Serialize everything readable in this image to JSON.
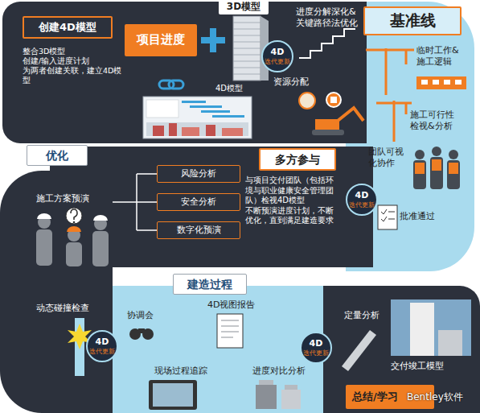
{
  "diagram": {
    "nodes": [
      {
        "text": [
          "创建4D模型"
        ]
      },
      {
        "text": [
          "项目进度"
        ]
      },
      {
        "text": [
          "3D模型"
        ]
      },
      {
        "text": [
          "4D",
          "迭代更新"
        ]
      },
      {
        "text": [
          "基准线"
        ]
      },
      {
        "text": [
          "优化"
        ]
      },
      {
        "text": [
          "多方参与"
        ]
      },
      {
        "text": [
          "风险分析"
        ]
      },
      {
        "text": [
          "安全分析"
        ]
      },
      {
        "text": [
          "数字化预演"
        ]
      },
      {
        "text": [
          "4D",
          "迭代更新"
        ]
      },
      {
        "text": [
          "建造过程"
        ]
      },
      {
        "text": [
          "4D",
          "迭代更新"
        ]
      },
      {
        "text": [
          "4D",
          "迭代更新"
        ]
      },
      {
        "text": [
          "总结/学习"
        ]
      }
    ],
    "labels": [
      "整合3D模型 创建/输入进度计划 为两者创建关联，建立4D模型",
      "4D模型",
      "进度分解深化& 关键路径法优化",
      "资源分配",
      "临时工作& 施工逻辑",
      "施工可行性 检视&分析",
      "团队可视化协作",
      "批准通过",
      "与项目交付团队（包括环境与职业健康安全管理团队）检视4D模型 不断预演进度计划，不断优化，直到满足建造要求",
      "施工方案预演",
      "动态碰撞检查",
      "协调会",
      "4D视图报告",
      "现场过程追踪",
      "进度对比分析",
      "定量分析",
      "交付竣工模型",
      "Bentley软件"
    ]
  }
}
